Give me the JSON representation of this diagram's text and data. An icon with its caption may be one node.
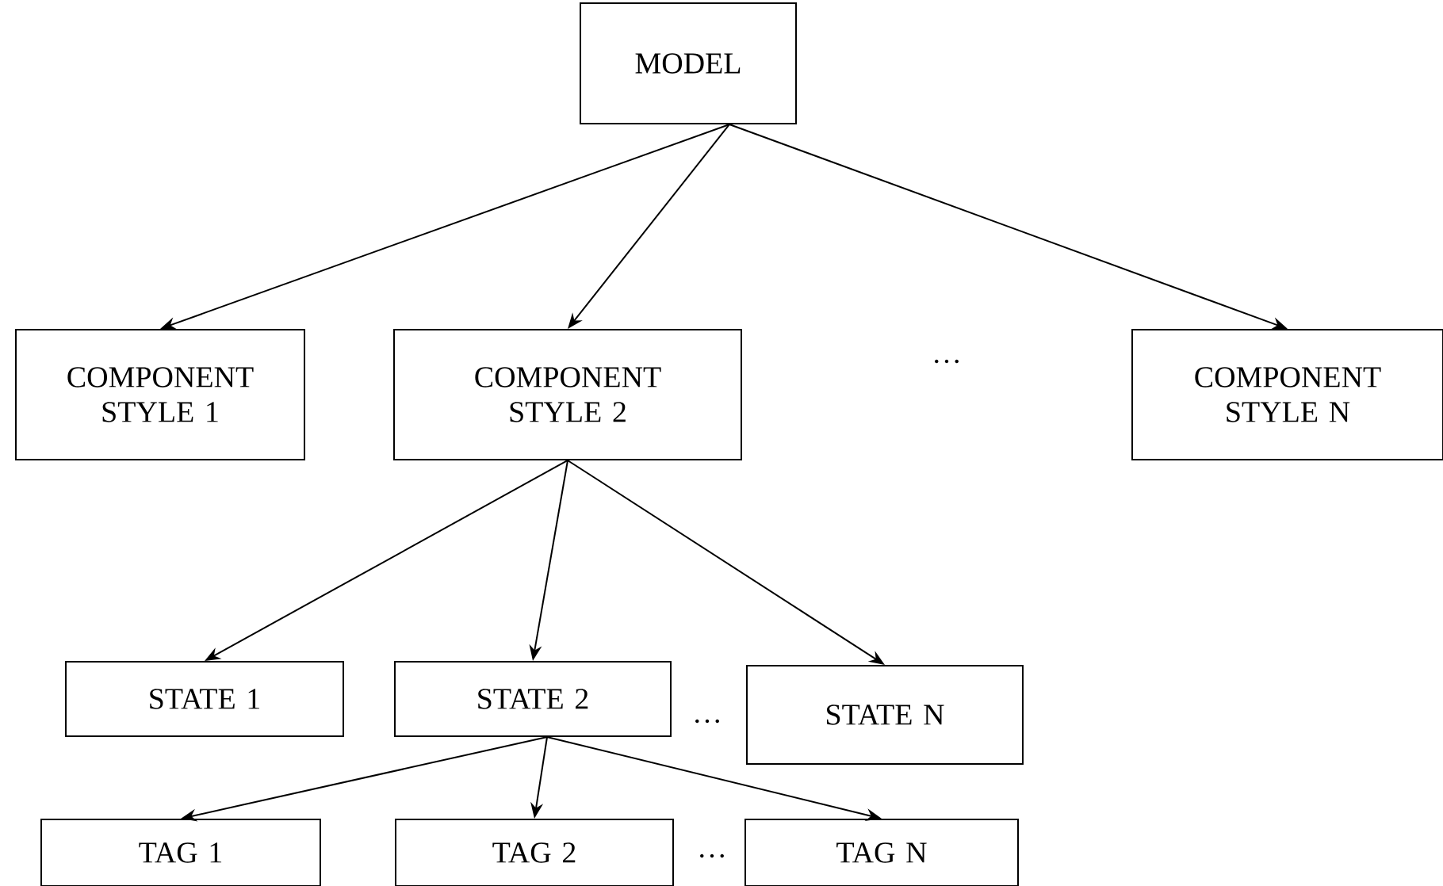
{
  "diagram": {
    "nodes": [
      {
        "text": [
          "MODEL"
        ]
      },
      {
        "text": [
          "COMPONENT STYLE 1"
        ]
      },
      {
        "text": [
          "COMPONENT STYLE 2"
        ]
      },
      {
        "text": [
          "COMPONENT STYLE N"
        ]
      },
      {
        "text": [
          "STATE 1"
        ]
      },
      {
        "text": [
          "STATE 2"
        ]
      },
      {
        "text": [
          "STATE N"
        ]
      },
      {
        "text": [
          "TAG 1"
        ]
      },
      {
        "text": [
          "TAG 2"
        ]
      },
      {
        "text": [
          "TAG N"
        ]
      }
    ],
    "edges": [
      {
        "from": 0,
        "to": 1,
        "arrow": "to"
      },
      {
        "from": 0,
        "to": 2,
        "arrow": "to"
      },
      {
        "from": 0,
        "to": 3,
        "arrow": "to"
      },
      {
        "from": 2,
        "to": 4,
        "arrow": "to"
      },
      {
        "from": 2,
        "to": 5,
        "arrow": "to"
      },
      {
        "from": 2,
        "to": 6,
        "arrow": "to"
      },
      {
        "from": 5,
        "to": 7,
        "arrow": "to"
      },
      {
        "from": 5,
        "to": 8,
        "arrow": "to"
      },
      {
        "from": 5,
        "to": 9,
        "arrow": "to"
      }
    ],
    "labels": [
      "…",
      "…",
      "…"
    ]
  }
}
